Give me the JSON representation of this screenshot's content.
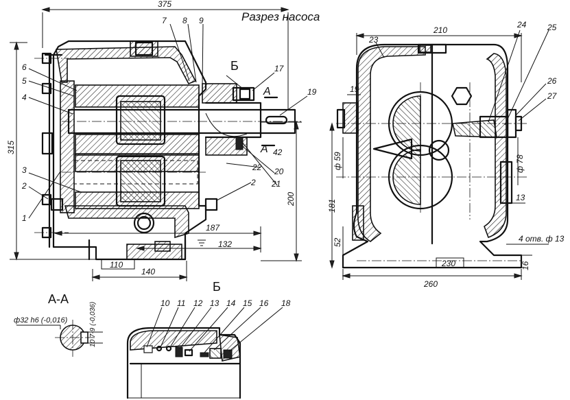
{
  "title": "Разрез насоса",
  "section_labels": {
    "aa": "А-А",
    "b_top": "Б",
    "b_detail": "Б",
    "a_mark_1": "А",
    "a_mark_2": "А"
  },
  "parts": [
    "1",
    "2",
    "3",
    "4",
    "5",
    "6",
    "7",
    "8",
    "9",
    "10",
    "11",
    "12",
    "13",
    "14",
    "15",
    "16",
    "17",
    "18",
    "19",
    "20",
    "21",
    "22",
    "23",
    "24",
    "25",
    "26",
    "27"
  ],
  "dimensions": {
    "d375": "375",
    "d315": "315",
    "d200": "200",
    "d187": "187",
    "d132": "132",
    "d110": "110",
    "d140": "140",
    "d42": "42",
    "d210": "210",
    "d19": "19",
    "d59": "ф 59",
    "d181": "181",
    "d52": "52",
    "d78": "ф 78",
    "d13": "13",
    "d230": "230",
    "d260": "260",
    "d16": "16",
    "holes": "4 отв. ф 13",
    "shaft_d": "ф32 h6 (-0,016)",
    "key": "10 7-9 (-0,036)",
    "part2b": "2"
  }
}
